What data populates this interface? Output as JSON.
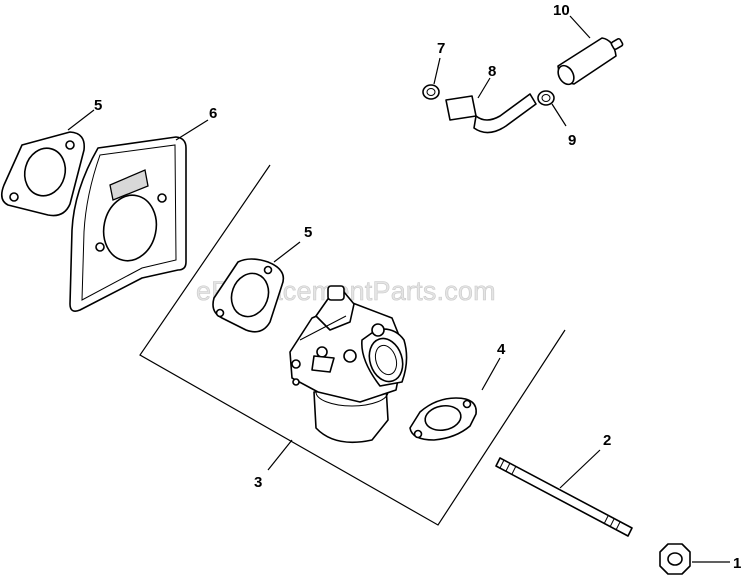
{
  "watermark": "eReplacementParts.com",
  "callouts": {
    "c1": "1",
    "c2": "2",
    "c3": "3",
    "c4": "4",
    "c5a": "5",
    "c5b": "5",
    "c6": "6",
    "c7": "7",
    "c8": "8",
    "c9": "9",
    "c10": "10"
  }
}
